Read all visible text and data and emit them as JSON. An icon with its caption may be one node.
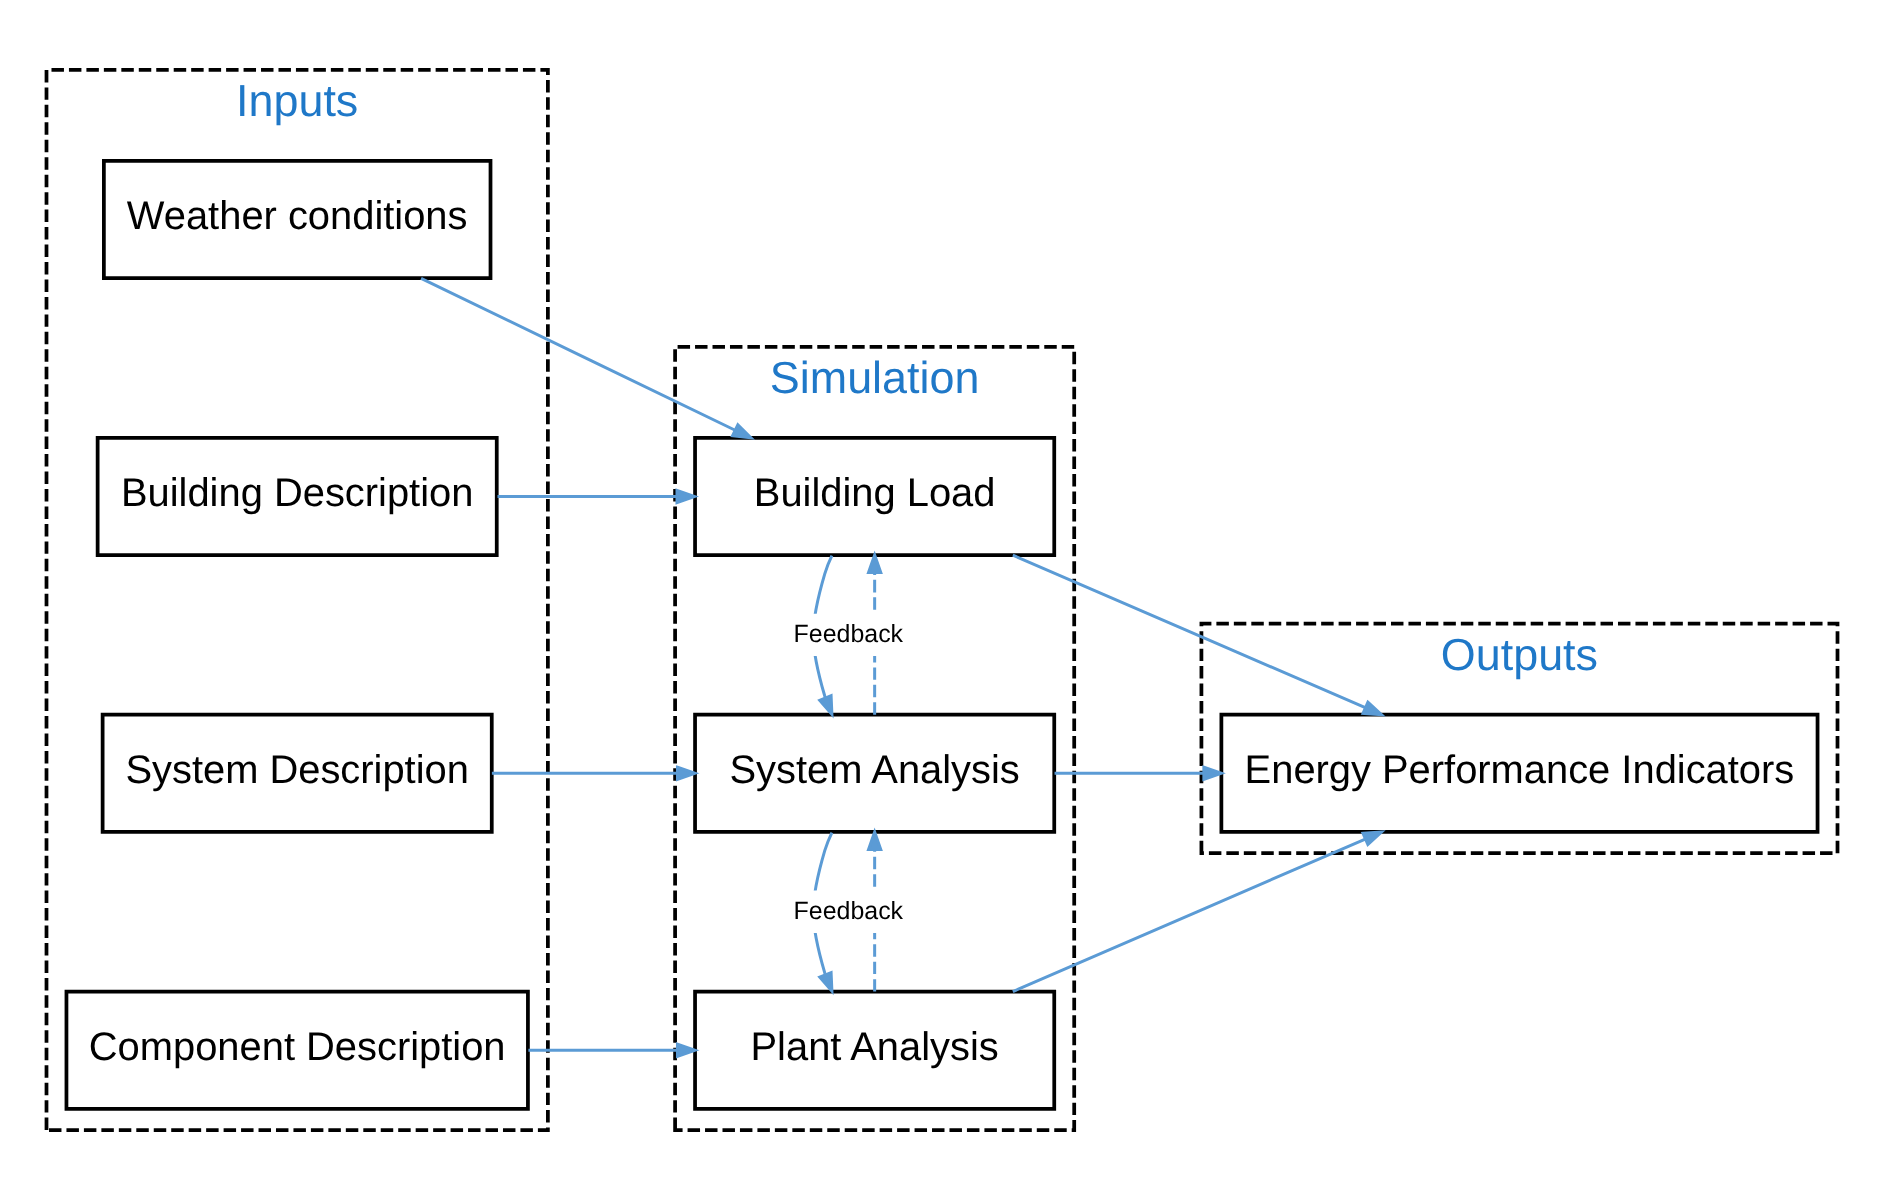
{
  "diagram": {
    "nodes": [
      {
        "text": [
          "Inputs"
        ]
      },
      {
        "text": [
          "Weather conditions"
        ],
        "in": 0
      },
      {
        "text": [
          "Building Description"
        ],
        "in": 0
      },
      {
        "text": [
          "System Description"
        ],
        "in": 0
      },
      {
        "text": [
          "Component Description"
        ],
        "in": 0
      },
      {
        "text": [
          "Simulation"
        ]
      },
      {
        "text": [
          "Building Load"
        ],
        "in": 5
      },
      {
        "text": [
          "System Analysis"
        ],
        "in": 5
      },
      {
        "text": [
          "Plant Analysis"
        ],
        "in": 5
      },
      {
        "text": [
          "Outputs"
        ]
      },
      {
        "text": [
          "Energy Performance Indicators"
        ],
        "in": 9
      }
    ],
    "edges": [
      {
        "from": 1,
        "to": 6,
        "arrow": "to"
      },
      {
        "from": 2,
        "to": 6,
        "arrow": "to"
      },
      {
        "from": 3,
        "to": 7,
        "arrow": "to"
      },
      {
        "from": 4,
        "to": 8,
        "arrow": "to"
      },
      {
        "from": 6,
        "to": 7,
        "arrow": "to"
      },
      {
        "from": 7,
        "to": 8,
        "arrow": "to"
      },
      {
        "from": 7,
        "to": 6,
        "arrow": "to",
        "label": "Feedback",
        "style": "dashed"
      },
      {
        "from": 8,
        "to": 7,
        "arrow": "to",
        "label": "Feedback",
        "style": "dashed"
      },
      {
        "from": 6,
        "to": 10,
        "arrow": "to"
      },
      {
        "from": 7,
        "to": 10,
        "arrow": "to"
      },
      {
        "from": 8,
        "to": 10,
        "arrow": "to"
      }
    ]
  }
}
